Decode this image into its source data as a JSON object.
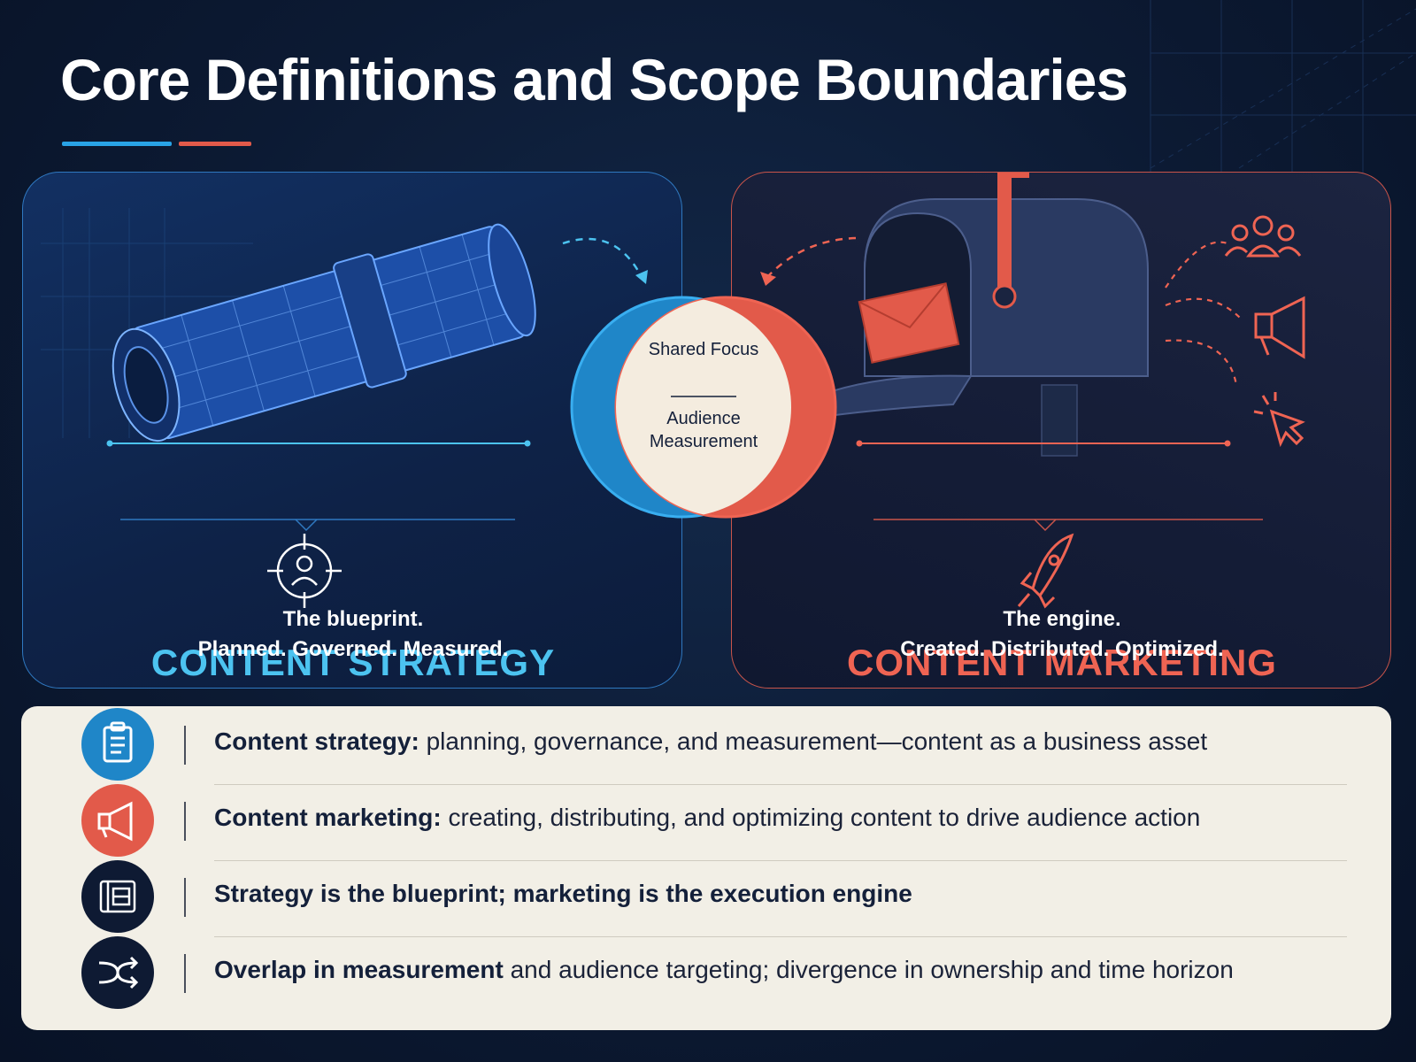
{
  "title": "Core Definitions and Scope Boundaries",
  "colors": {
    "strategy": "#4cc3f0",
    "marketing": "#ef6453",
    "background": "#0c1a33",
    "infobox": "#f2efe6"
  },
  "strategy": {
    "heading": "CONTENT STRATEGY",
    "caption_line1": "The blueprint.",
    "caption_line2": "Planned. Governed. Measured.",
    "illustration": "blueprint-roll",
    "icon": "target-person-icon"
  },
  "marketing": {
    "heading": "CONTENT MARKETING",
    "caption_line1": "The engine.",
    "caption_line2": "Created. Distributed. Optimized.",
    "illustration": "mailbox",
    "icon": "rocket-icon",
    "outputs": [
      "audience-icon",
      "megaphone-icon",
      "cursor-click-icon"
    ]
  },
  "venn": {
    "top_label": "Shared Focus",
    "bottom_label": "Audience Measurement"
  },
  "summary": [
    {
      "icon": "clipboard-icon",
      "bold": "Content strategy:",
      "text": " planning, governance, and measurement—content as a business asset"
    },
    {
      "icon": "megaphone-icon",
      "bold": "Content marketing:",
      "text": " creating, distributing, and optimizing content to drive audience action"
    },
    {
      "icon": "blueprint-icon",
      "bold": "Strategy is the blueprint; marketing is the execution engine",
      "text": ""
    },
    {
      "icon": "shuffle-icon",
      "bold": "Overlap in measurement",
      "text": " and audience targeting; divergence in ownership and time horizon"
    }
  ]
}
